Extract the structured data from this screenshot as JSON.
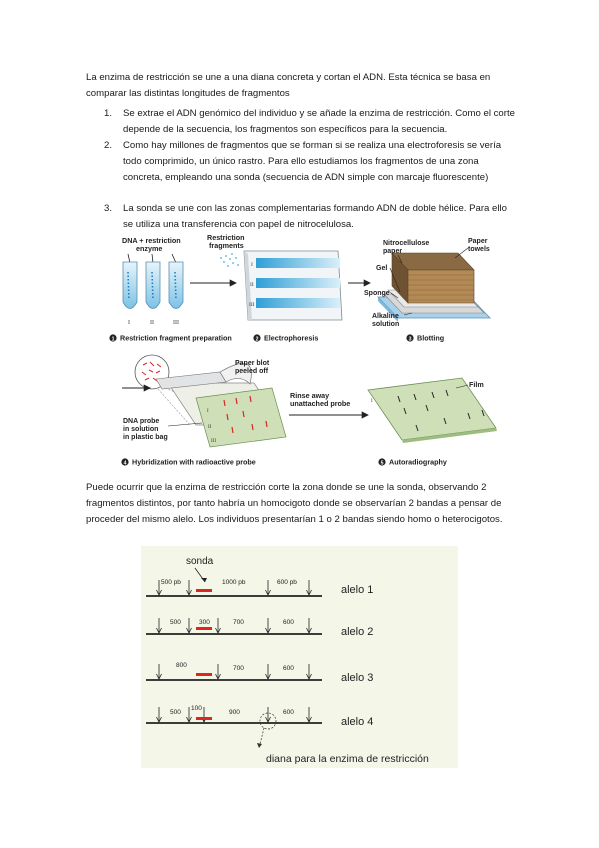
{
  "intro": "La enzima de restricción se une a una diana concreta y cortan el ADN. Esta técnica se basa en comparar las distintas longitudes de fragmentos",
  "steps": [
    {
      "num": "1.",
      "text": "Se extrae el ADN genómico del individuo y se añade la enzima de restricción. Como el corte depende de la secuencia, los fragmentos son específicos para la secuencia."
    },
    {
      "num": "2.",
      "text": "Como hay millones de fragmentos que se forman si se realiza una electroforesis se vería todo comprimido, un único rastro. Para ello estudiamos los fragmentos de una zona concreta, empleando una sonda (secuencia de ADN simple con marcaje fluorescente)"
    },
    {
      "num": "3.",
      "text": "La sonda se une con las zonas complementarias formando ADN de doble hélice. Para ello se utiliza una transferencia con papel de nitrocelulosa."
    }
  ],
  "diagram": {
    "dna_enzyme": "DNA + restriction",
    "dna_enzyme_2": "enzyme",
    "restriction_fragments": "Restriction",
    "restriction_fragments_2": "fragments",
    "tubes": [
      "I",
      "II",
      "III"
    ],
    "lanes": [
      "I",
      "II",
      "III"
    ],
    "nitrocellulose": "Nitrocellulose",
    "nitrocellulose_2": "paper",
    "paper_towels": "Paper",
    "paper_towels_2": "towels",
    "gel": "Gel",
    "sponge": "Sponge",
    "alkaline": "Alkaline",
    "alkaline_2": "solution",
    "paper_blot": "Paper blot",
    "paper_blot_2": "peeled off",
    "rinse": "Rinse away",
    "rinse_2": "unattached probe",
    "film": "Film",
    "dna_probe": "DNA probe",
    "dna_probe_2": "in solution",
    "dna_probe_3": "in plastic bag",
    "film_lanes": [
      "I",
      "II",
      "III"
    ],
    "steps": [
      {
        "num": "1",
        "label": "Restriction fragment preparation"
      },
      {
        "num": "2",
        "label": "Electrophoresis"
      },
      {
        "num": "3",
        "label": "Blotting"
      },
      {
        "num": "4",
        "label": "Hybridization with radioactive probe"
      },
      {
        "num": "5",
        "label": "Autoradiography"
      }
    ]
  },
  "outro": "Puede ocurrir que la enzima de restricción corte la zona donde se une la sonda, observando 2 fragmentos distintos, por tanto habría un homocigoto donde se observarían 2 bandas a pensar de proceder del mismo alelo. Los individuos presentarían 1 o 2 bandas siendo homo o heterocigotos.",
  "alleles_figure": {
    "sonda": "sonda",
    "diana": "diana para la enzima de restricción",
    "alleles": [
      {
        "name": "alelo 1",
        "labels": [
          "500 pb",
          "1000 pb",
          "600 pb"
        ]
      },
      {
        "name": "alelo 2",
        "labels": [
          "500",
          "300",
          "700",
          "600"
        ]
      },
      {
        "name": "alelo 3",
        "labels": [
          "800",
          "700",
          "600"
        ]
      },
      {
        "name": "alelo 4",
        "labels": [
          "500",
          "100",
          "900",
          "600"
        ]
      }
    ]
  },
  "colors": {
    "probe_red": "#d9281f",
    "gel_blue": "#3aa6d8",
    "figure_bg": "#f4f6e8",
    "film_green": "#cfe0b8"
  }
}
